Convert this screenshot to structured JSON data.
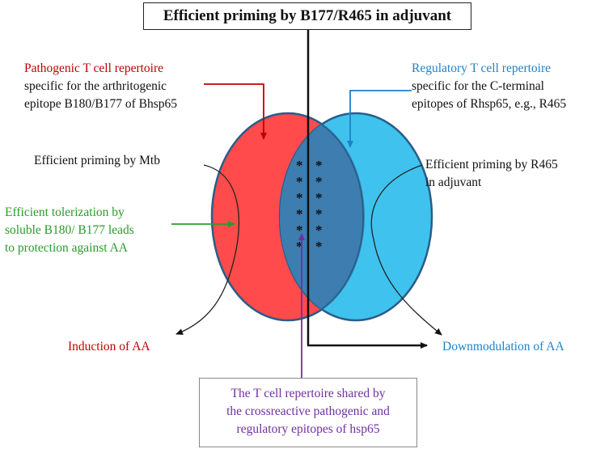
{
  "title": "Efficient priming by B177/R465 in adjuvant",
  "pathogenic": {
    "heading": "Pathogenic T cell repertoire",
    "line1": "specific for the arthritogenic",
    "line2": "epitope B180/B177 of Bhsp65"
  },
  "regulatory": {
    "heading": "Regulatory T cell repertoire",
    "line1": "specific for the C-terminal",
    "line2": "epitopes of Rhsp65, e.g., R465"
  },
  "left_priming": "Efficient priming by Mtb",
  "right_priming": {
    "line1": "Efficient priming by R465",
    "line2": "in adjuvant"
  },
  "tolerization": {
    "line1": "Efficient tolerization by",
    "line2": "soluble B180/ B177 leads",
    "line3": "to protection against AA"
  },
  "induction": "Induction of AA",
  "downmodulation": "Downmodulation of AA",
  "shared": {
    "line1": "The T cell repertoire shared by",
    "line2": "the crossreactive pathogenic and",
    "line3": "regulatory epitopes of hsp65"
  },
  "colors": {
    "pathogenic_fill": "#ff4b4b",
    "regulatory_fill": "#3fc3ee",
    "overlap_fill": "#3d7db0",
    "red_text": "#c00000",
    "blue_text": "#1f82c9",
    "green_text": "#2a9b2a",
    "purple_text": "#7030a0"
  }
}
